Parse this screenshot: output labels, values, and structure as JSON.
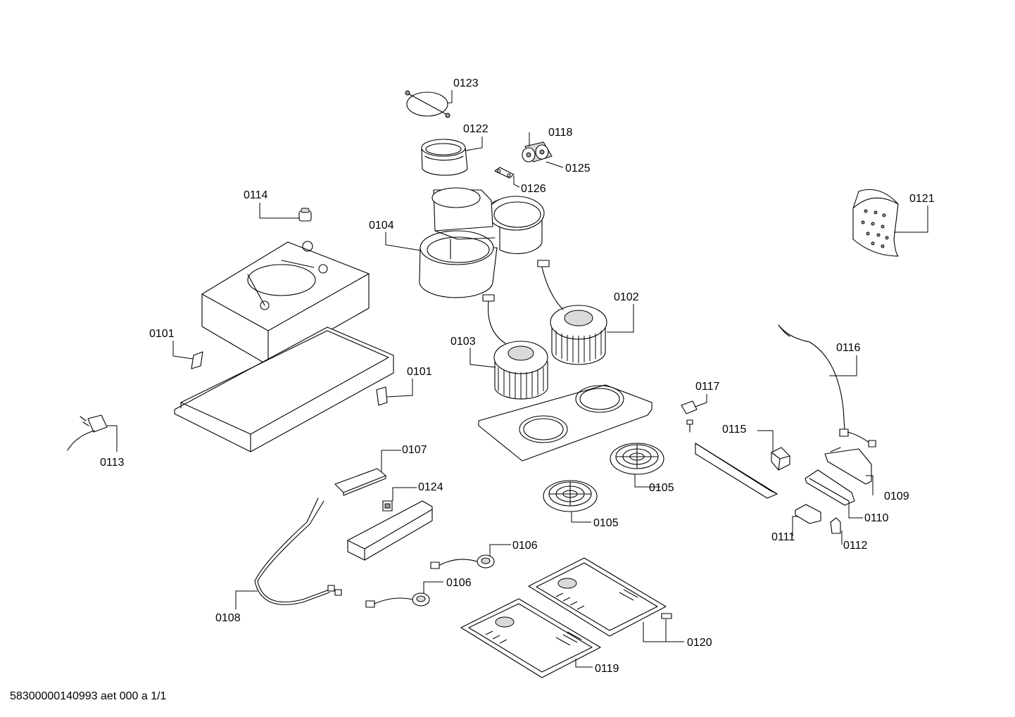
{
  "labels": {
    "p0123": "0123",
    "p0122": "0122",
    "p0118": "0118",
    "p0125": "0125",
    "p0126": "0126",
    "p0114": "0114",
    "p0104": "0104",
    "p0121": "0121",
    "p0102": "0102",
    "p0103": "0103",
    "p0101a": "0101",
    "p0101b": "0101",
    "p0116": "0116",
    "p0117": "0117",
    "p0113": "0113",
    "p0115": "0115",
    "p0107": "0107",
    "p0124": "0124",
    "p0109": "0109",
    "p0105a": "0105",
    "p0105b": "0105",
    "p0110": "0110",
    "p0111": "0111",
    "p0112": "0112",
    "p0106a": "0106",
    "p0106b": "0106",
    "p0108": "0108",
    "p0120": "0120",
    "p0119": "0119"
  },
  "footer": "58300000140993 aet 000 a 1/1"
}
